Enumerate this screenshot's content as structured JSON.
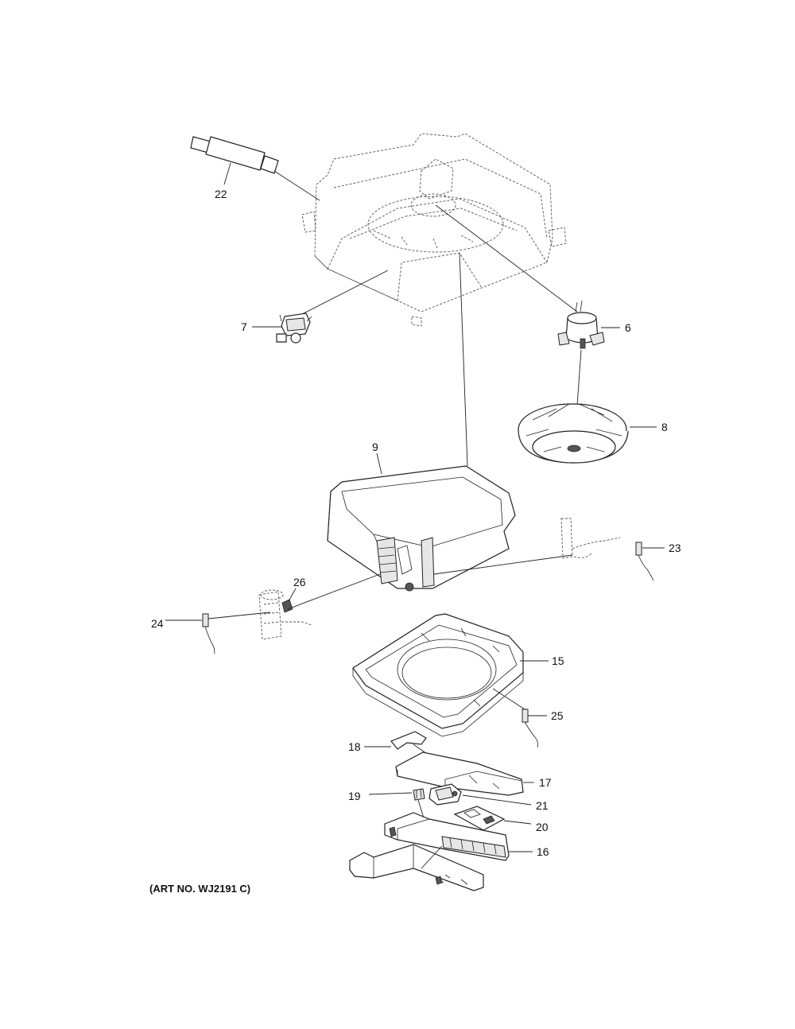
{
  "art_number": "(ART NO. WJ2191 C)",
  "callouts": {
    "c22": "22",
    "c7": "7",
    "c6": "6",
    "c8": "8",
    "c9": "9",
    "c23": "23",
    "c26": "26",
    "c24": "24",
    "c15": "15",
    "c25": "25",
    "c18": "18",
    "c17": "17",
    "c19": "19",
    "c21": "21",
    "c20": "20",
    "c16": "16"
  },
  "colors": {
    "line": "#222222",
    "background": "#ffffff"
  }
}
